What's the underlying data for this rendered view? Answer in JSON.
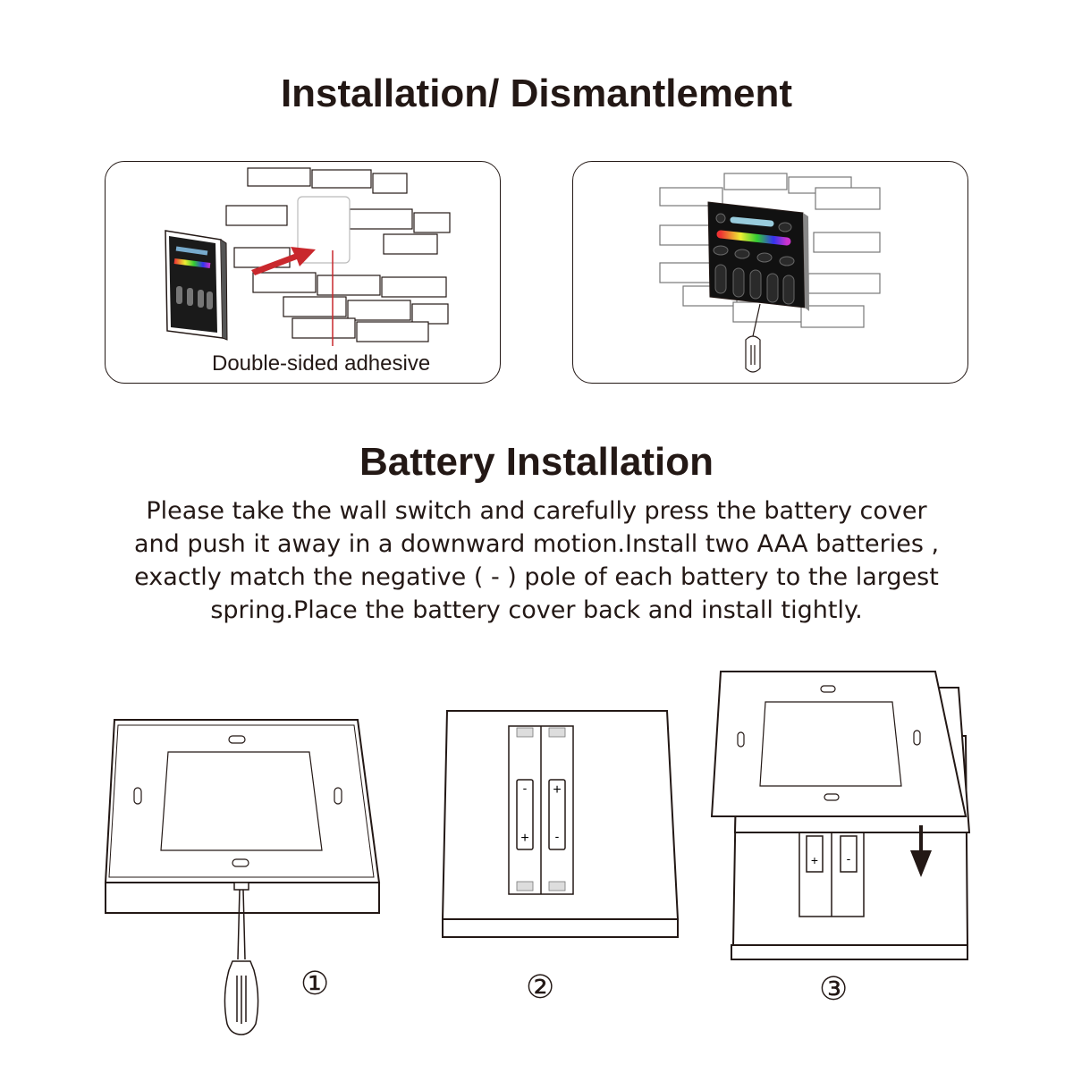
{
  "installation": {
    "title": "Installation/ Dismantlement",
    "panel1_label": "Double-sided adhesive"
  },
  "battery": {
    "title": "Battery Installation",
    "instructions": [
      "Please take the wall switch and carefully press the battery cover",
      "and push it away in a downward motion.Install two AAA batteries ,",
      "exactly match the negative ( - ) pole of each battery to the largest",
      "spring.Place the battery cover back and install tightly."
    ],
    "steps": [
      "①",
      "②",
      "③"
    ],
    "polarity": {
      "plus": "+",
      "minus": "-"
    }
  },
  "colors": {
    "text": "#231815",
    "arrow": "#c9282d",
    "line": "#231815"
  },
  "icons": [
    "brick-wall",
    "wall-remote",
    "screwdriver",
    "battery",
    "down-arrow"
  ]
}
